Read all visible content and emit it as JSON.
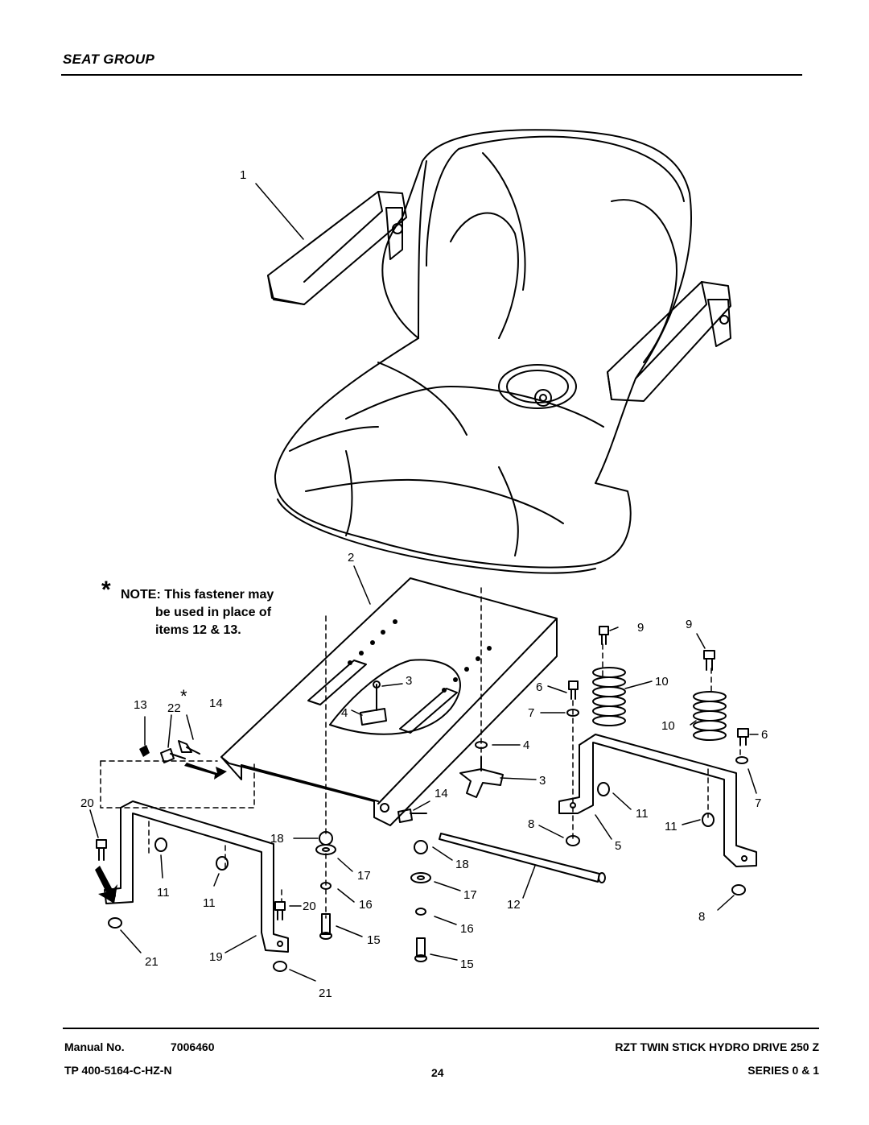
{
  "header": {
    "title": "SEAT GROUP"
  },
  "diagram": {
    "note": {
      "asterisk": "*",
      "lines": [
        "NOTE: This fastener may",
        "be used in place of",
        "items 12 & 13."
      ]
    },
    "callouts": {
      "c1": "1",
      "c2": "2",
      "c3a": "3",
      "c4a": "4",
      "c3b": "3",
      "c4b": "4",
      "c13": "13",
      "c22": "22",
      "c22star": "*",
      "c14a": "14",
      "c14b": "14",
      "c20a": "20",
      "c20b": "20",
      "c11a": "11",
      "c11b": "11",
      "c11c": "11",
      "c11d": "11",
      "c21a": "21",
      "c21b": "21",
      "c19": "19",
      "c18a": "18",
      "c18b": "18",
      "c17a": "17",
      "c17b": "17",
      "c16a": "16",
      "c16b": "16",
      "c15a": "15",
      "c15b": "15",
      "c12": "12",
      "c5": "5",
      "c9a": "9",
      "c9b": "9",
      "c10a": "10",
      "c10b": "10",
      "c6a": "6",
      "c6b": "6",
      "c7a": "7",
      "c7b": "7",
      "c8a": "8",
      "c8b": "8"
    }
  },
  "footer": {
    "manual_label": "Manual No.",
    "manual_number": "7006460",
    "tp_number": "TP 400-5164-C-HZ-N",
    "page_number": "24",
    "model": "RZT TWIN STICK HYDRO DRIVE 250 Z",
    "series": "SERIES 0 & 1"
  }
}
